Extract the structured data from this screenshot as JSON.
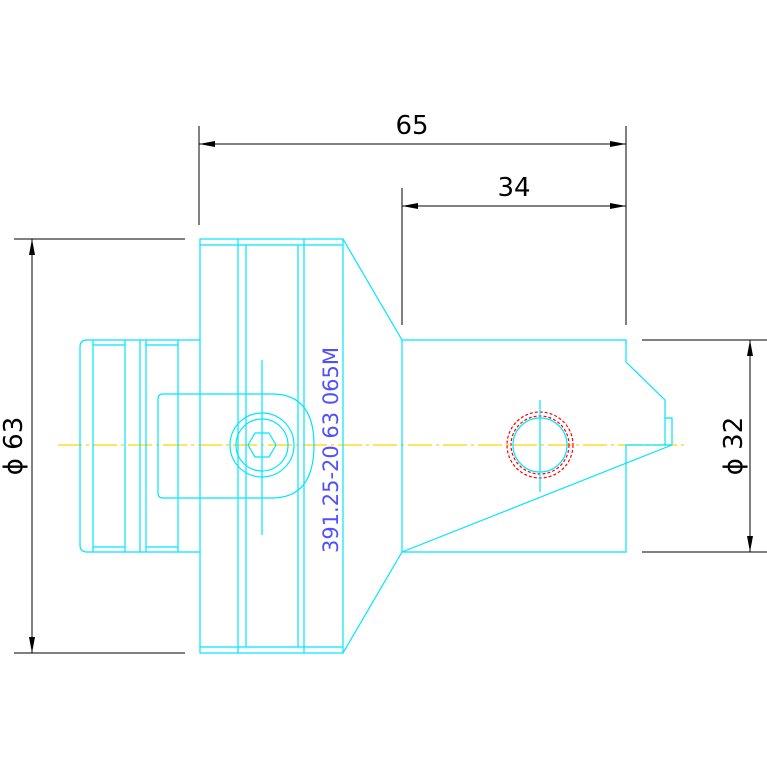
{
  "dimensions": {
    "overall_length": "65",
    "shank_length": "34",
    "flange_diameter": "ϕ 63",
    "shank_diameter": "ϕ 32"
  },
  "part_number": "391.25-20 63 065M",
  "colors": {
    "outline": "#00e5ff",
    "dimension": "#000000",
    "centerline": "#ffd400",
    "hole": "#ff0000",
    "part_text": "#5050ff",
    "background": "#ffffff"
  }
}
